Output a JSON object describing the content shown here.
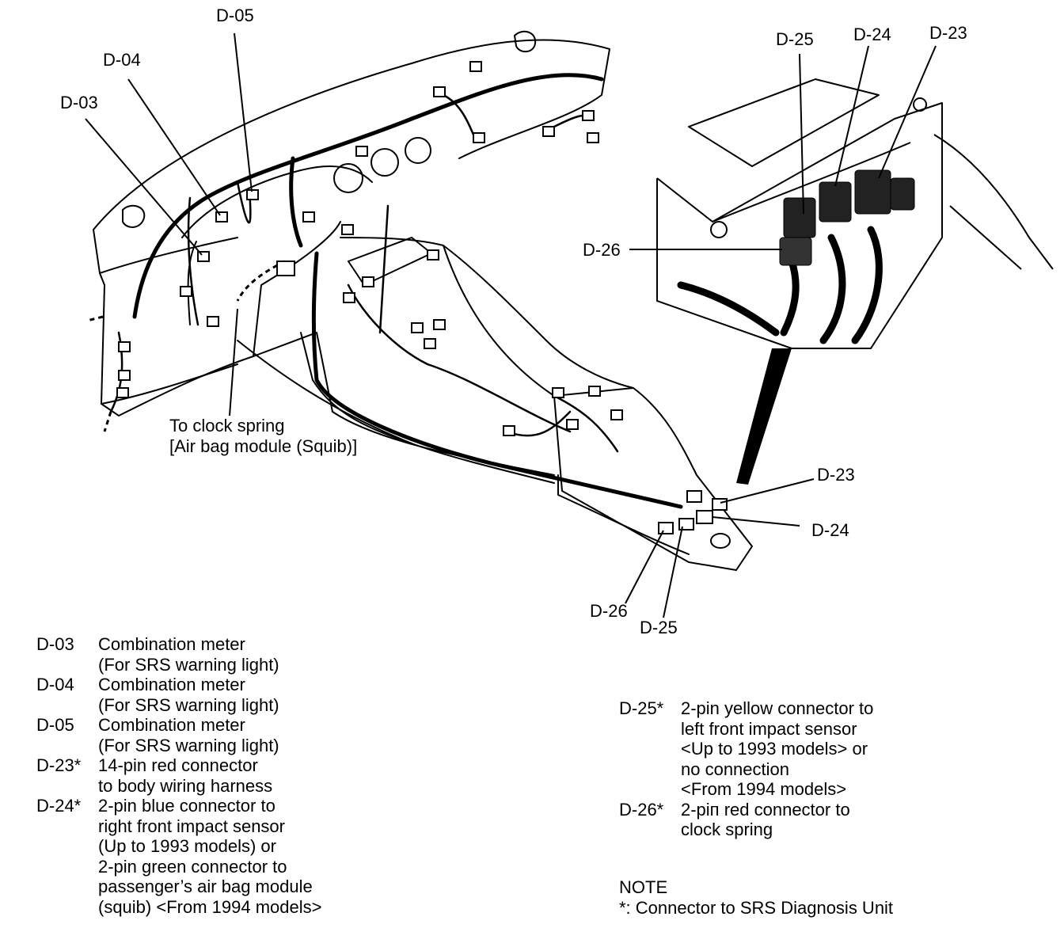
{
  "callouts": {
    "d05_top": "D-05",
    "d04_top": "D-04",
    "d03_top": "D-03",
    "d25_top": "D-25",
    "d24_top": "D-24",
    "d23_top": "D-23",
    "d26_mid": "D-26",
    "d23_low": "D-23",
    "d24_low": "D-24",
    "d26_low": "D-26",
    "d25_low": "D-25"
  },
  "clock_spring_label": [
    "To clock spring",
    "[Air bag module (Squib)]"
  ],
  "legend_left": [
    {
      "code": "D-03",
      "lines": [
        "Combination meter",
        "(For SRS warning light)"
      ]
    },
    {
      "code": "D-04",
      "lines": [
        "Combination meter",
        "(For SRS warning light)"
      ]
    },
    {
      "code": "D-05",
      "lines": [
        "Combination meter",
        "(For SRS warning light)"
      ]
    },
    {
      "code": "D-23*",
      "lines": [
        "14-pin red connector",
        "to body wiring harness"
      ]
    },
    {
      "code": "D-24*",
      "lines": [
        "2-pin blue connector to",
        "right front impact sensor",
        "(Up to 1993 models) or",
        "2-pin green connector to",
        "passenger’s air bag module",
        "(squib) <From 1994 models>"
      ]
    }
  ],
  "legend_right": [
    {
      "code": "D-25*",
      "lines": [
        "2-pin yellow connector to",
        "left front impact sensor",
        "<Up to 1993 models> or",
        "no connection",
        "<From 1994 models>"
      ]
    },
    {
      "code": "D-26*",
      "lines": [
        "2-piп red connector to",
        "clock spring"
      ]
    }
  ],
  "note": {
    "heading": "NOTE",
    "text": "*: Connector to SRS Diagnosis Unit"
  }
}
